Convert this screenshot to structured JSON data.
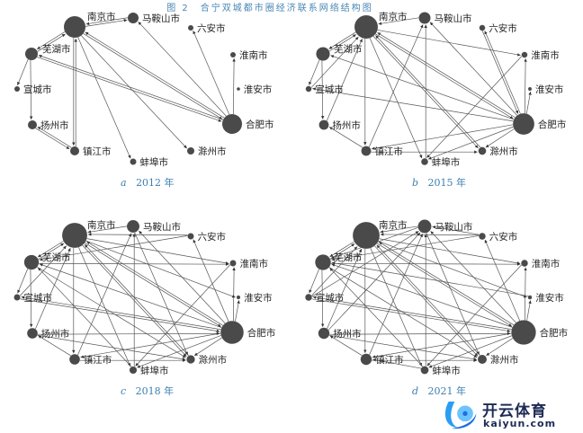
{
  "nodes": [
    "南京市",
    "马鞍山市",
    "六安市",
    "淮南市",
    "淮安市",
    "合肥市",
    "滁州市",
    "蚌埠市",
    "镇江市",
    "扬州市",
    "宣城市",
    "芜湖市"
  ],
  "panels": [
    {
      "letter": "a",
      "year": "2012 年",
      "edges": [
        [
          "马鞍山市",
          "南京市"
        ],
        [
          "南京市",
          "马鞍山市"
        ],
        [
          "南京市",
          "芜湖市"
        ],
        [
          "芜湖市",
          "南京市"
        ],
        [
          "芜湖市",
          "宣城市"
        ],
        [
          "芜湖市",
          "扬州市"
        ],
        [
          "南京市",
          "镇江市"
        ],
        [
          "镇江市",
          "南京市"
        ],
        [
          "镇江市",
          "扬州市"
        ],
        [
          "扬州市",
          "镇江市"
        ],
        [
          "南京市",
          "蚌埠市"
        ],
        [
          "南京市",
          "滁州市"
        ],
        [
          "合肥市",
          "南京市"
        ],
        [
          "南京市",
          "合肥市"
        ],
        [
          "合肥市",
          "芜湖市"
        ],
        [
          "芜湖市",
          "合肥市"
        ],
        [
          "合肥市",
          "马鞍山市"
        ],
        [
          "合肥市",
          "六安市"
        ],
        [
          "合肥市",
          "淮南市"
        ]
      ]
    },
    {
      "letter": "b",
      "year": "2015 年",
      "edges": [
        [
          "马鞍山市",
          "南京市"
        ],
        [
          "南京市",
          "芜湖市"
        ],
        [
          "芜湖市",
          "南京市"
        ],
        [
          "芜湖市",
          "宣城市"
        ],
        [
          "芜湖市",
          "扬州市"
        ],
        [
          "南京市",
          "镇江市"
        ],
        [
          "镇江市",
          "扬州市"
        ],
        [
          "南京市",
          "蚌埠市"
        ],
        [
          "南京市",
          "滁州市"
        ],
        [
          "合肥市",
          "南京市"
        ],
        [
          "南京市",
          "合肥市"
        ],
        [
          "合肥市",
          "芜湖市"
        ],
        [
          "合肥市",
          "马鞍山市"
        ],
        [
          "合肥市",
          "六安市"
        ],
        [
          "合肥市",
          "淮南市"
        ],
        [
          "合肥市",
          "淮安市"
        ],
        [
          "镇江市",
          "马鞍山市"
        ],
        [
          "蚌埠市",
          "马鞍山市"
        ],
        [
          "滁州市",
          "南京市"
        ],
        [
          "合肥市",
          "滁州市"
        ],
        [
          "合肥市",
          "蚌埠市"
        ],
        [
          "合肥市",
          "镇江市"
        ],
        [
          "镇江市",
          "滁州市"
        ],
        [
          "淮南市",
          "蚌埠市"
        ],
        [
          "六安市",
          "合肥市"
        ],
        [
          "宣城市",
          "南京市"
        ],
        [
          "扬州市",
          "南京市"
        ],
        [
          "合肥市",
          "宣城市"
        ],
        [
          "南京市",
          "淮南市"
        ]
      ]
    },
    {
      "letter": "c",
      "year": "2018 年",
      "edges": [
        [
          "马鞍山市",
          "南京市"
        ],
        [
          "南京市",
          "芜湖市"
        ],
        [
          "芜湖市",
          "南京市"
        ],
        [
          "芜湖市",
          "宣城市"
        ],
        [
          "芜湖市",
          "扬州市"
        ],
        [
          "南京市",
          "镇江市"
        ],
        [
          "镇江市",
          "扬州市"
        ],
        [
          "南京市",
          "蚌埠市"
        ],
        [
          "南京市",
          "滁州市"
        ],
        [
          "合肥市",
          "南京市"
        ],
        [
          "南京市",
          "合肥市"
        ],
        [
          "合肥市",
          "芜湖市"
        ],
        [
          "合肥市",
          "马鞍山市"
        ],
        [
          "合肥市",
          "六安市"
        ],
        [
          "合肥市",
          "淮南市"
        ],
        [
          "合肥市",
          "淮安市"
        ],
        [
          "镇江市",
          "马鞍山市"
        ],
        [
          "蚌埠市",
          "马鞍山市"
        ],
        [
          "滁州市",
          "南京市"
        ],
        [
          "合肥市",
          "滁州市"
        ],
        [
          "合肥市",
          "蚌埠市"
        ],
        [
          "合肥市",
          "镇江市"
        ],
        [
          "镇江市",
          "滁州市"
        ],
        [
          "淮南市",
          "蚌埠市"
        ],
        [
          "六安市",
          "南京市"
        ],
        [
          "宣城市",
          "南京市"
        ],
        [
          "扬州市",
          "南京市"
        ],
        [
          "合肥市",
          "宣城市"
        ],
        [
          "南京市",
          "淮南市"
        ],
        [
          "扬州市",
          "合肥市"
        ],
        [
          "芜湖市",
          "滁州市"
        ],
        [
          "马鞍山市",
          "滁州市"
        ],
        [
          "南京市",
          "淮安市"
        ],
        [
          "芜湖市",
          "淮南市"
        ],
        [
          "扬州市",
          "滁州市"
        ],
        [
          "宣城市",
          "合肥市"
        ],
        [
          "蚌埠市",
          "芜湖市"
        ],
        [
          "六安市",
          "芜湖市"
        ]
      ]
    },
    {
      "letter": "d",
      "year": "2021 年",
      "edges": [
        [
          "马鞍山市",
          "南京市"
        ],
        [
          "南京市",
          "芜湖市"
        ],
        [
          "芜湖市",
          "南京市"
        ],
        [
          "芜湖市",
          "宣城市"
        ],
        [
          "芜湖市",
          "扬州市"
        ],
        [
          "南京市",
          "镇江市"
        ],
        [
          "镇江市",
          "扬州市"
        ],
        [
          "南京市",
          "蚌埠市"
        ],
        [
          "南京市",
          "滁州市"
        ],
        [
          "合肥市",
          "南京市"
        ],
        [
          "南京市",
          "合肥市"
        ],
        [
          "合肥市",
          "芜湖市"
        ],
        [
          "合肥市",
          "马鞍山市"
        ],
        [
          "合肥市",
          "六安市"
        ],
        [
          "合肥市",
          "淮南市"
        ],
        [
          "合肥市",
          "淮安市"
        ],
        [
          "镇江市",
          "马鞍山市"
        ],
        [
          "蚌埠市",
          "马鞍山市"
        ],
        [
          "滁州市",
          "南京市"
        ],
        [
          "合肥市",
          "滁州市"
        ],
        [
          "合肥市",
          "蚌埠市"
        ],
        [
          "合肥市",
          "镇江市"
        ],
        [
          "镇江市",
          "滁州市"
        ],
        [
          "淮南市",
          "蚌埠市"
        ],
        [
          "六安市",
          "南京市"
        ],
        [
          "宣城市",
          "南京市"
        ],
        [
          "扬州市",
          "南京市"
        ],
        [
          "合肥市",
          "宣城市"
        ],
        [
          "南京市",
          "淮南市"
        ],
        [
          "扬州市",
          "合肥市"
        ],
        [
          "芜湖市",
          "滁州市"
        ],
        [
          "马鞍山市",
          "滁州市"
        ],
        [
          "南京市",
          "淮安市"
        ],
        [
          "芜湖市",
          "淮南市"
        ],
        [
          "扬州市",
          "滁州市"
        ],
        [
          "宣城市",
          "合肥市"
        ],
        [
          "蚌埠市",
          "芜湖市"
        ],
        [
          "六安市",
          "芜湖市"
        ],
        [
          "马鞍山市",
          "芜湖市"
        ],
        [
          "淮安市",
          "芜湖市"
        ],
        [
          "蚌埠市",
          "镇江市"
        ],
        [
          "六安市",
          "马鞍山市"
        ],
        [
          "扬州市",
          "马鞍山市"
        ],
        [
          "宣城市",
          "马鞍山市"
        ]
      ]
    }
  ],
  "caption": "图 2　合宁双城都市圈经济联系网络结构图",
  "watermark": {
    "cn": "开云体育",
    "en": "kaiyun.com"
  },
  "colors": {
    "node": "#4a4a4a",
    "edge": "#555555",
    "caption": "#3b7fb0"
  }
}
